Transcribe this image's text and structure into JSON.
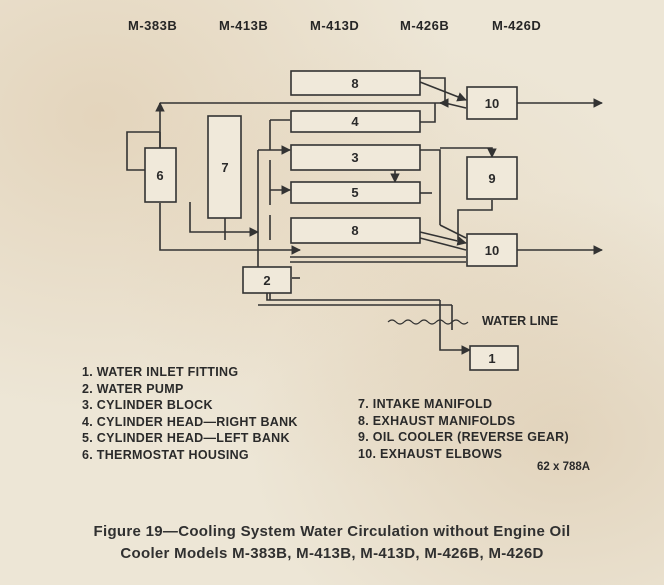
{
  "models": [
    "M-383B",
    "M-413B",
    "M-413D",
    "M-426B",
    "M-426D"
  ],
  "boxes": {
    "exhaust_manifold_top": "8",
    "head_right": "4",
    "block": "3",
    "head_left": "5",
    "exhaust_manifold_bottom": "8",
    "thermostat": "6",
    "intake": "7",
    "pump": "2",
    "inlet": "1",
    "elbow_top": "10",
    "oil_cooler": "9",
    "elbow_bottom": "10"
  },
  "water_line_label": "WATER LINE",
  "legend_left": [
    "1. WATER INLET FITTING",
    "2. WATER PUMP",
    "3. CYLINDER BLOCK",
    "4. CYLINDER HEAD—RIGHT BANK",
    "5. CYLINDER HEAD—LEFT BANK",
    "6. THERMOSTAT HOUSING"
  ],
  "legend_right": [
    "7. INTAKE MANIFOLD",
    "8. EXHAUST MANIFOLDS",
    "9. OIL COOLER (REVERSE GEAR)",
    "10. EXHAUST ELBOWS"
  ],
  "part_number": "62 x 788A",
  "caption": {
    "line1": "Figure 19—Cooling System Water Circulation without Engine Oil",
    "line2": "Cooler Models M-383B, M-413B, M-413D, M-426B, M-426D"
  }
}
